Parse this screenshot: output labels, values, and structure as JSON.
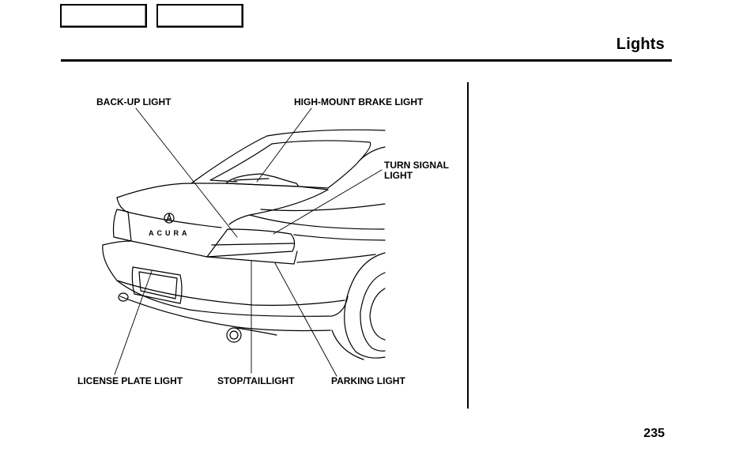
{
  "nav": {
    "prev_label": "",
    "next_label": ""
  },
  "header": {
    "title": "Lights"
  },
  "figure": {
    "labels": {
      "back_up": "BACK-UP LIGHT",
      "high_mount": "HIGH-MOUNT BRAKE LIGHT",
      "turn_signal_1": "TURN SIGNAL",
      "turn_signal_2": "LIGHT",
      "license_plate": "LICENSE PLATE LIGHT",
      "stop_tail": "STOP/TAILLIGHT",
      "parking": "PARKING LIGHT"
    },
    "badge_text": "ACURA"
  },
  "footer": {
    "page_number": "235"
  }
}
